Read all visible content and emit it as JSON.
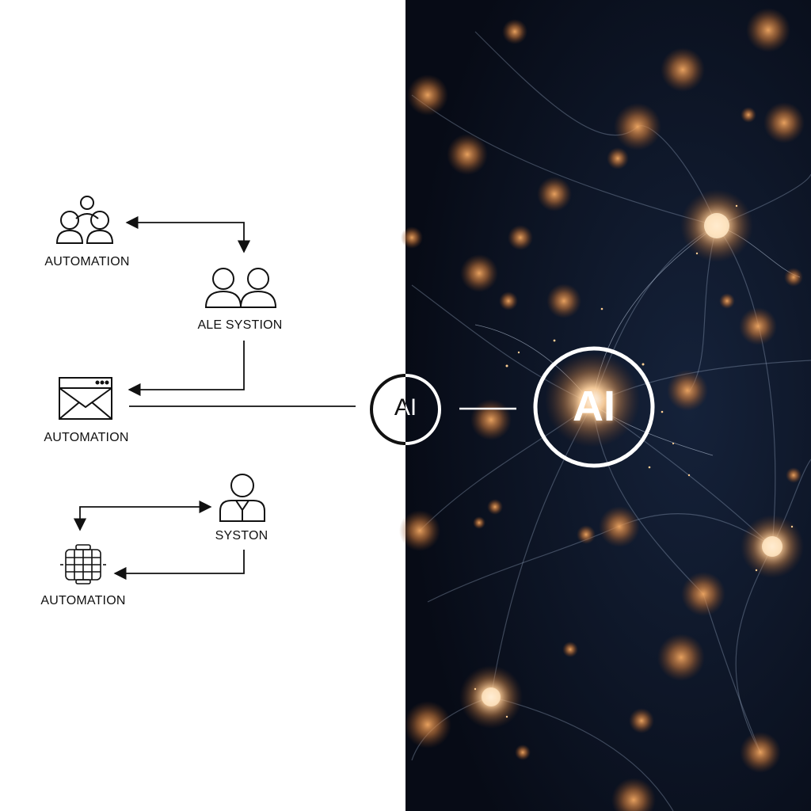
{
  "labels": {
    "automation_1": "AUTOMATION",
    "ale_system": "ALE SYSTION",
    "automation_2": "AUTOMATION",
    "syston": "SYSTON",
    "automation_3": "AUTOMATION"
  },
  "ai_badges": {
    "left": "AI",
    "right": "AI"
  },
  "colors": {
    "left_panel_bg": "#ffffff",
    "line_color": "#111111",
    "right_panel_bg": "#0b1120",
    "node_glow": "#e8924a",
    "filament": "#b8c4d8"
  },
  "icons": {
    "group": "group-of-three-people-icon",
    "pair": "two-people-icon",
    "mail": "mail-window-icon",
    "person": "person-with-collar-icon",
    "device": "chip-grid-icon"
  }
}
